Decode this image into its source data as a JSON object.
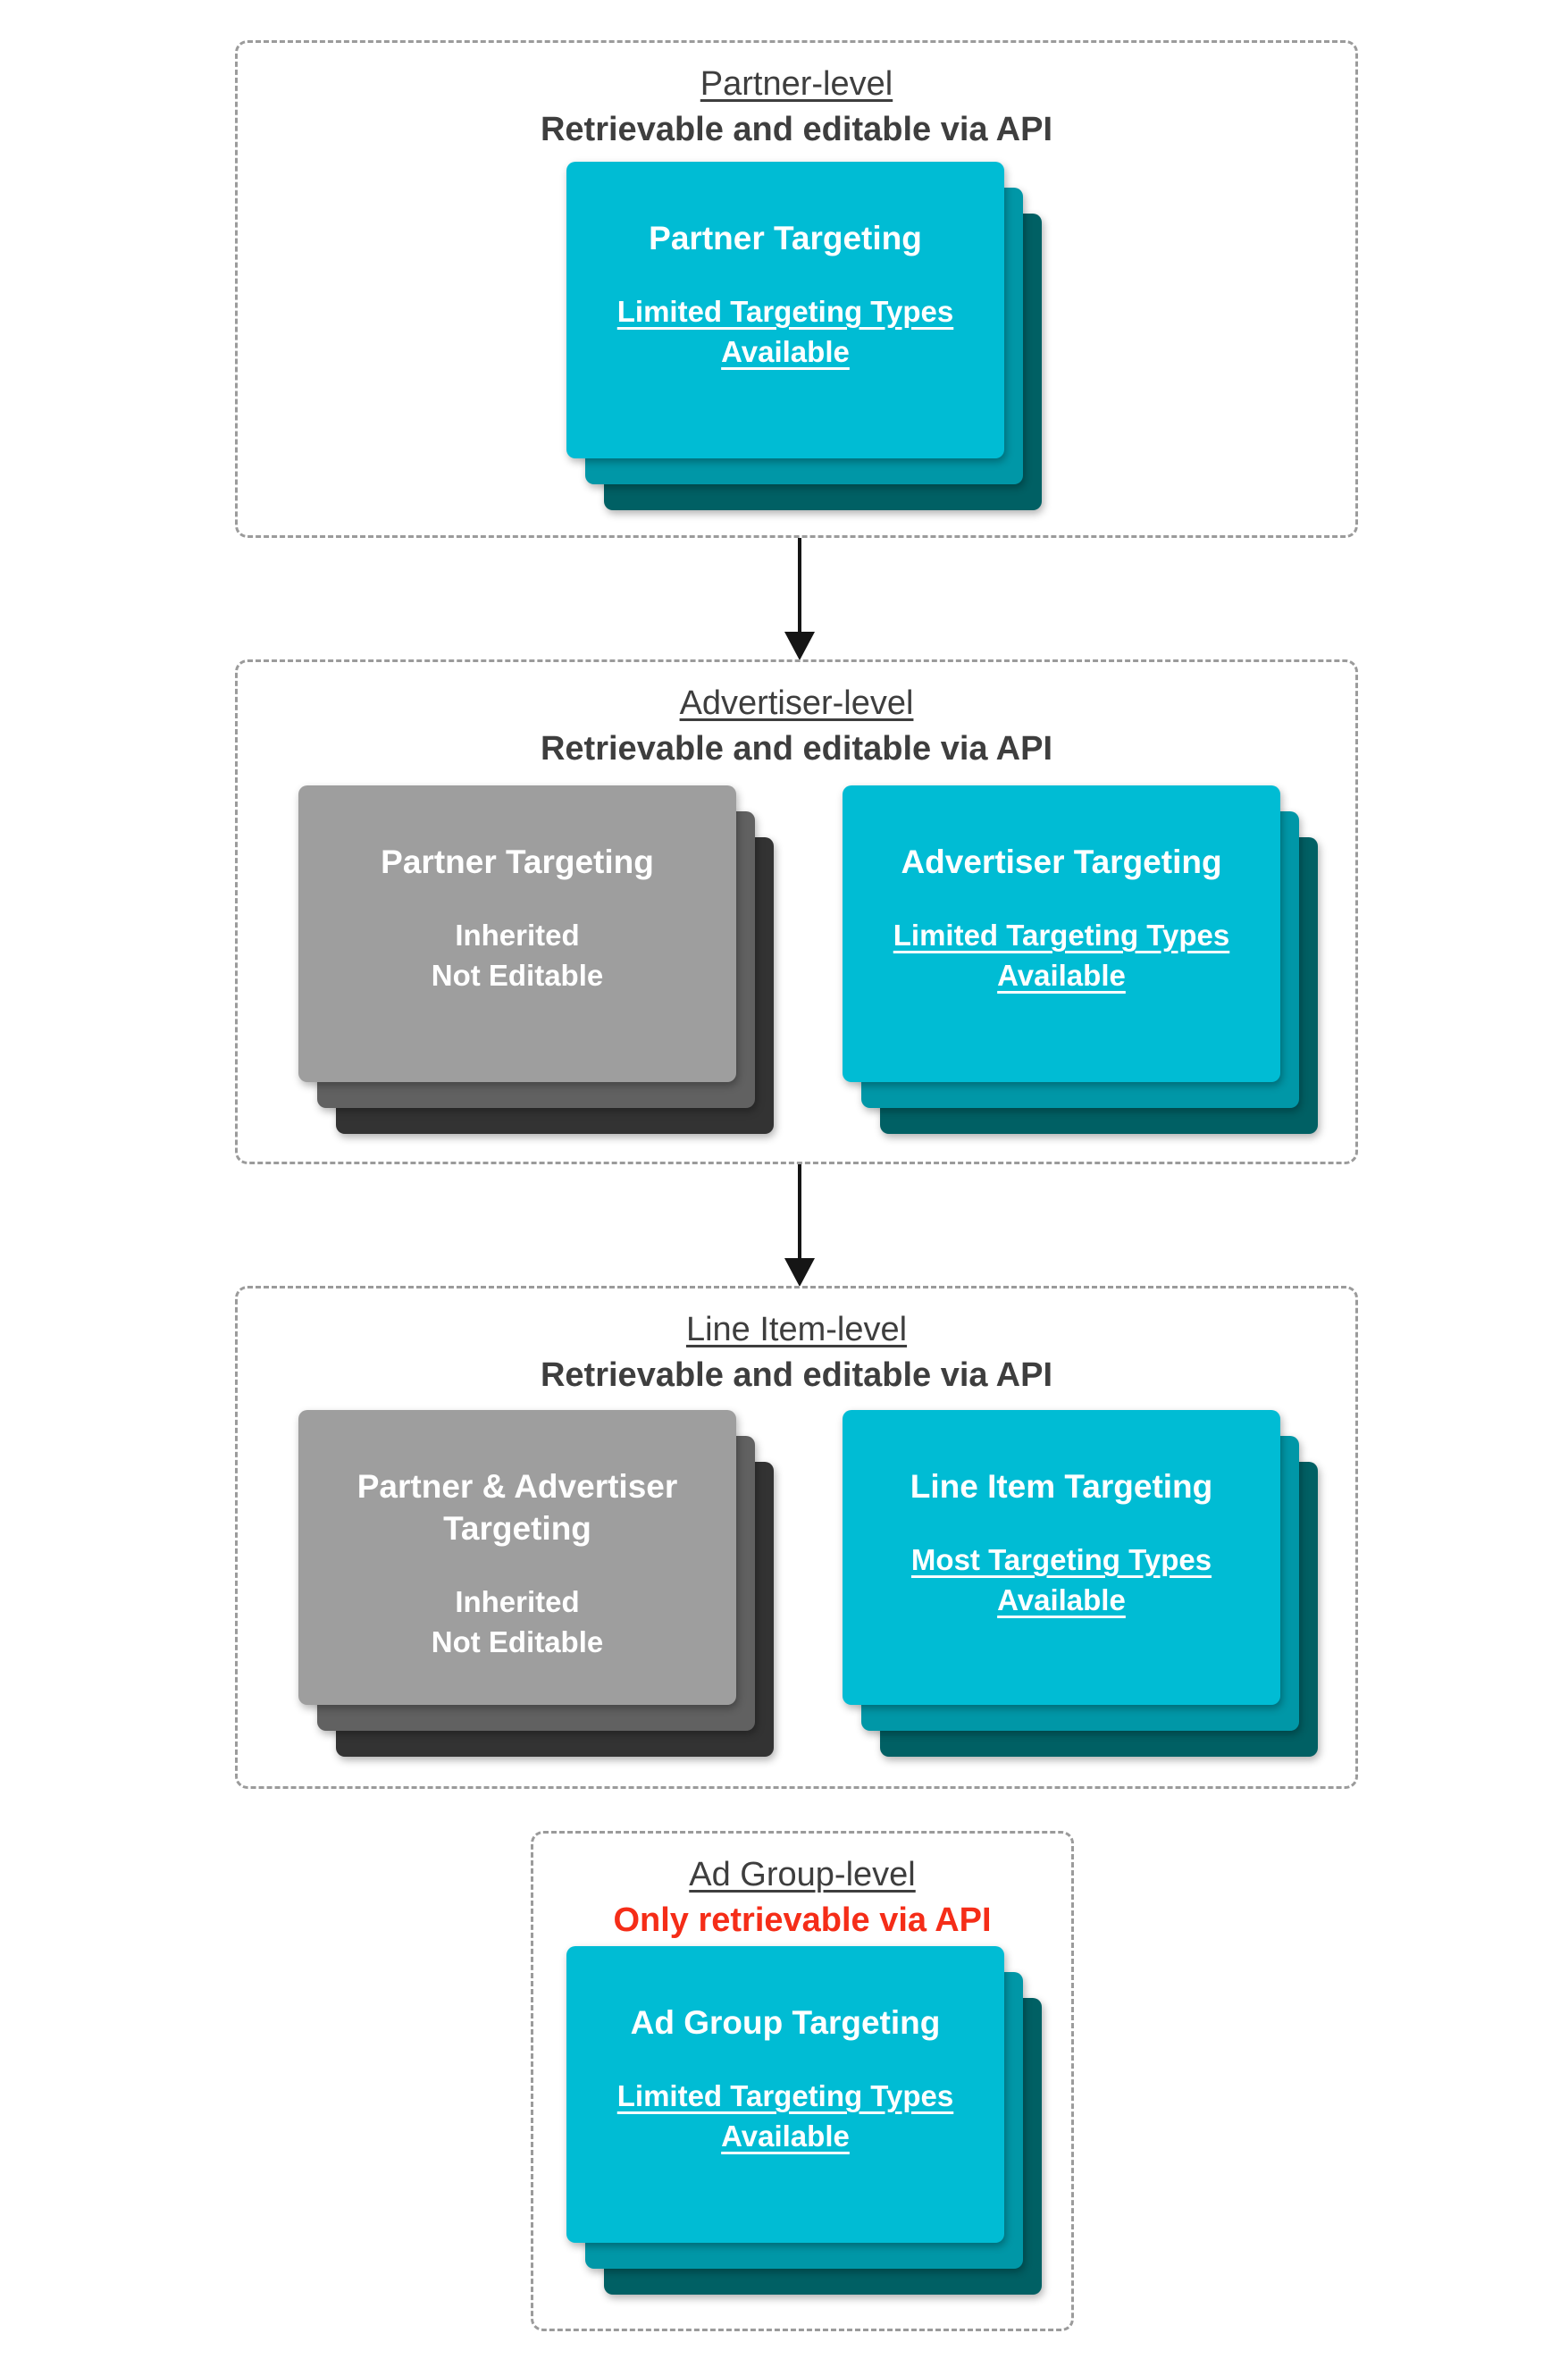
{
  "colors": {
    "cyan_front": "#00BCD4",
    "cyan_mid": "#0097A7",
    "cyan_back": "#006064",
    "gray_front": "#9E9E9E",
    "gray_mid": "#616161",
    "gray_back": "#333333",
    "heading_color": "#3E3E3E",
    "red_color": "#F52D18",
    "border_color": "#9B9B9B",
    "arrow_color": "#151515"
  },
  "sections": {
    "partner": {
      "title": "Partner-level",
      "subtitle": "Retrievable and editable via API",
      "stacks": {
        "main": {
          "title": "Partner Targeting",
          "note": "Limited Targeting Types\nAvailable"
        }
      }
    },
    "advertiser": {
      "title": "Advertiser-level",
      "subtitle": "Retrievable and editable via API",
      "stacks": {
        "inherited": {
          "title": "Partner Targeting",
          "note": "Inherited\nNot Editable"
        },
        "own": {
          "title": "Advertiser Targeting",
          "note": "Limited Targeting Types\nAvailable"
        }
      }
    },
    "line_item": {
      "title": "Line Item-level",
      "subtitle": "Retrievable and editable via API",
      "stacks": {
        "inherited": {
          "title": "Partner & Advertiser\nTargeting",
          "note": "Inherited\nNot Editable"
        },
        "own": {
          "title": "Line Item Targeting",
          "note": "Most Targeting Types\nAvailable"
        }
      }
    },
    "ad_group": {
      "title": "Ad Group-level",
      "subtitle": "Only retrievable via API",
      "stacks": {
        "main": {
          "title": "Ad Group Targeting",
          "note": "Limited Targeting Types\nAvailable"
        }
      }
    }
  }
}
